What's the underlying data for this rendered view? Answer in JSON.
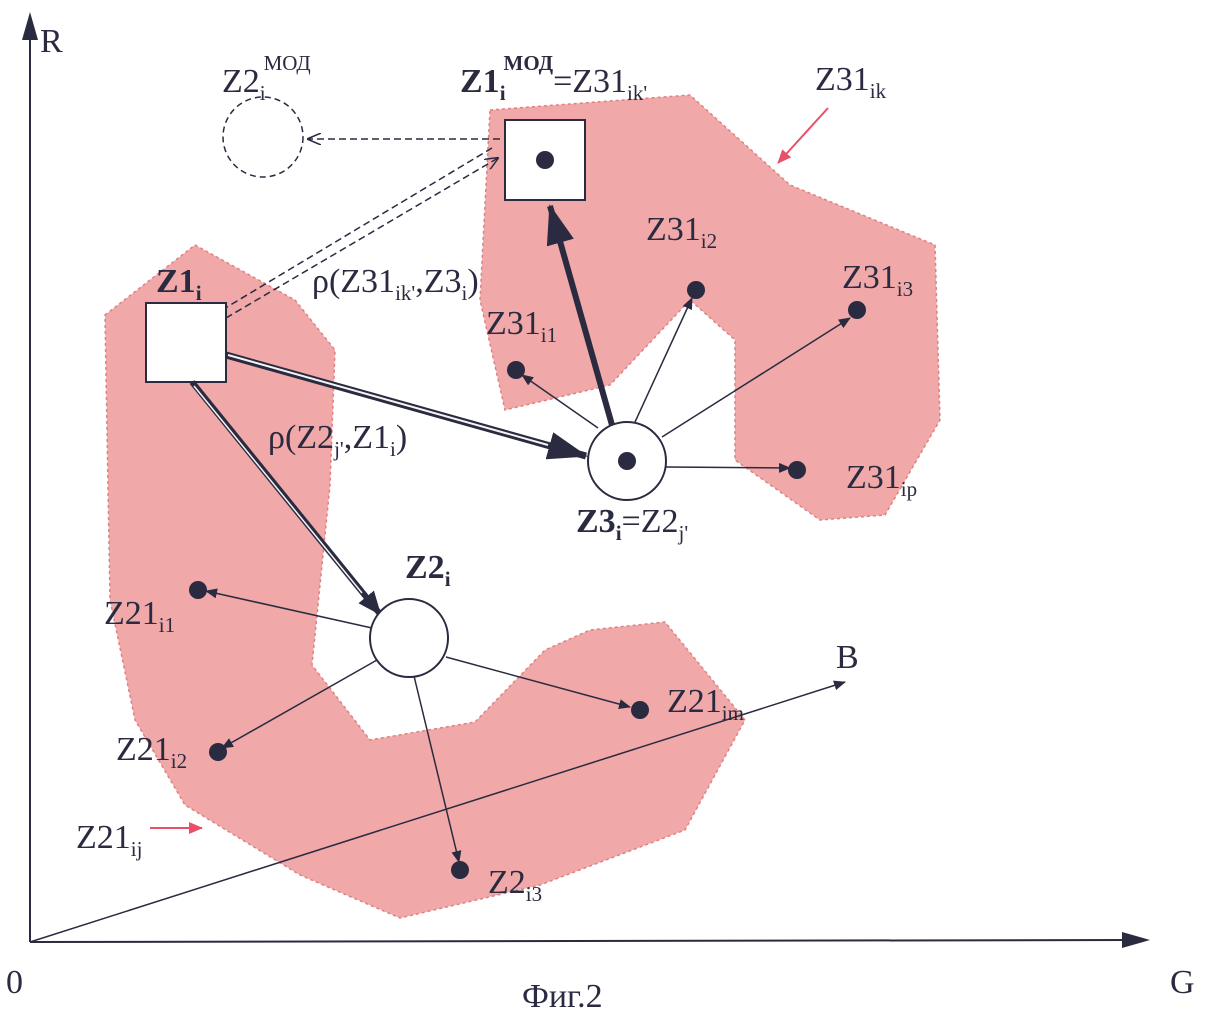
{
  "colors": {
    "region_fill": "#f0a8a8",
    "region_stroke": "#e08080",
    "ink": "#2a2a40",
    "pink_arrow": "#e8506a",
    "background": "#ffffff"
  },
  "axes": {
    "r": "R",
    "g": "G",
    "b": "B",
    "origin": "0"
  },
  "caption": "Фиг.2",
  "labels": {
    "z2_mod": {
      "base": "Z2",
      "sub": "i",
      "sup": "МОД"
    },
    "z1_mod": {
      "base_bold": "Z1",
      "sub": "i",
      "sup": "МОД",
      "rest": "=Z31",
      "rest_sub": "ik'"
    },
    "z31_ik": {
      "base": "Z31",
      "sub": "ik"
    },
    "z1": {
      "base": "Z1",
      "sub": "i"
    },
    "rho_top": {
      "prefix": "ρ(Z31",
      "sub1": "ik'",
      "middle": ",Z3",
      "sub2": "i",
      "suffix": ")"
    },
    "rho_mid": {
      "prefix": "ρ(Z2",
      "sub1": "j'",
      "middle": ",Z1",
      "sub2": "i",
      "suffix": ")"
    },
    "z31_i2": {
      "base": "Z31",
      "sub": "i2"
    },
    "z31_i3": {
      "base": "Z31",
      "sub": "i3"
    },
    "z31_i1": {
      "base": "Z31",
      "sub": "i1"
    },
    "z31_ip": {
      "base": "Z31",
      "sub": "ip"
    },
    "z3": {
      "base": "Z3",
      "sub": "i",
      "rest": "=Z2",
      "rest_sub": "j'"
    },
    "z2": {
      "base": "Z2",
      "sub": "i"
    },
    "z21_i1": {
      "base": "Z21",
      "sub": "i1"
    },
    "z21_im": {
      "base": "Z21",
      "sub": "im"
    },
    "z21_i2": {
      "base": "Z21",
      "sub": "i2"
    },
    "z21_ij": {
      "base": "Z21",
      "sub": "ij"
    },
    "z2_i3": {
      "base": "Z2",
      "sub": "i3"
    }
  }
}
